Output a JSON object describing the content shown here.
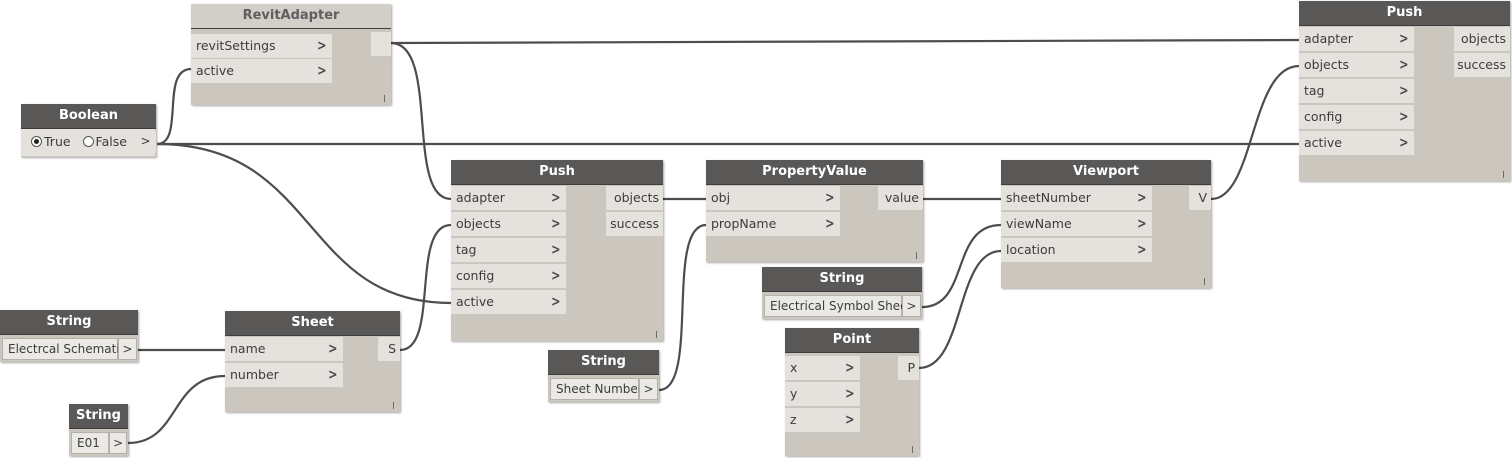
{
  "colors": {
    "header": "#595857",
    "body": "#cbc6be",
    "port": "#e5e2dd",
    "wire": "#4d4d4d"
  },
  "nodes": {
    "revit_adapter": {
      "title": "RevitAdapter",
      "inputs": [
        "revitSettings",
        "active"
      ]
    },
    "boolean": {
      "title": "Boolean",
      "options": [
        "True",
        "False"
      ],
      "selected": "True",
      "out": ">"
    },
    "push_main": {
      "title": "Push",
      "inputs": [
        "adapter",
        "objects",
        "tag",
        "config",
        "active"
      ],
      "outputs": [
        "objects",
        "success"
      ]
    },
    "push_top": {
      "title": "Push",
      "inputs": [
        "adapter",
        "objects",
        "tag",
        "config",
        "active"
      ],
      "outputs": [
        "objects",
        "success"
      ]
    },
    "property_value": {
      "title": "PropertyValue",
      "inputs": [
        "obj",
        "propName"
      ],
      "outputs": [
        "value"
      ]
    },
    "viewport": {
      "title": "Viewport",
      "inputs": [
        "sheetNumber",
        "viewName",
        "location"
      ],
      "outputs": [
        "V"
      ]
    },
    "sheet": {
      "title": "Sheet",
      "inputs": [
        "name",
        "number"
      ],
      "outputs": [
        "S"
      ]
    },
    "point": {
      "title": "Point",
      "inputs": [
        "x",
        "y",
        "z"
      ],
      "outputs": [
        "P"
      ]
    },
    "string_schematic": {
      "title": "String",
      "value": "Electrcal Schematic",
      "out": ">"
    },
    "string_e01": {
      "title": "String",
      "value": "E01",
      "out": ">"
    },
    "string_sheet_number": {
      "title": "String",
      "value": "Sheet Number",
      "out": ">"
    },
    "string_symbol_sheet": {
      "title": "String",
      "value": "Electrical Symbol Sheet",
      "out": ">"
    }
  },
  "port_glyph": ">"
}
